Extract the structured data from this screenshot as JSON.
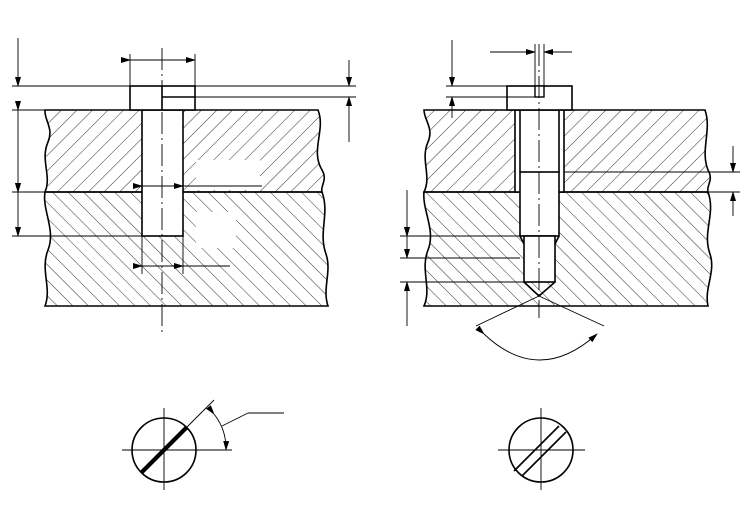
{
  "drawing": {
    "title": "",
    "colors": {
      "ink": "#000000",
      "paper": "#ffffff"
    },
    "views": [
      {
        "name": "left-fastener-section",
        "description_visible": false
      },
      {
        "name": "right-fastener-section",
        "description_visible": false
      },
      {
        "name": "left-screw-head-top-view"
      },
      {
        "name": "right-screw-head-top-view"
      }
    ]
  }
}
